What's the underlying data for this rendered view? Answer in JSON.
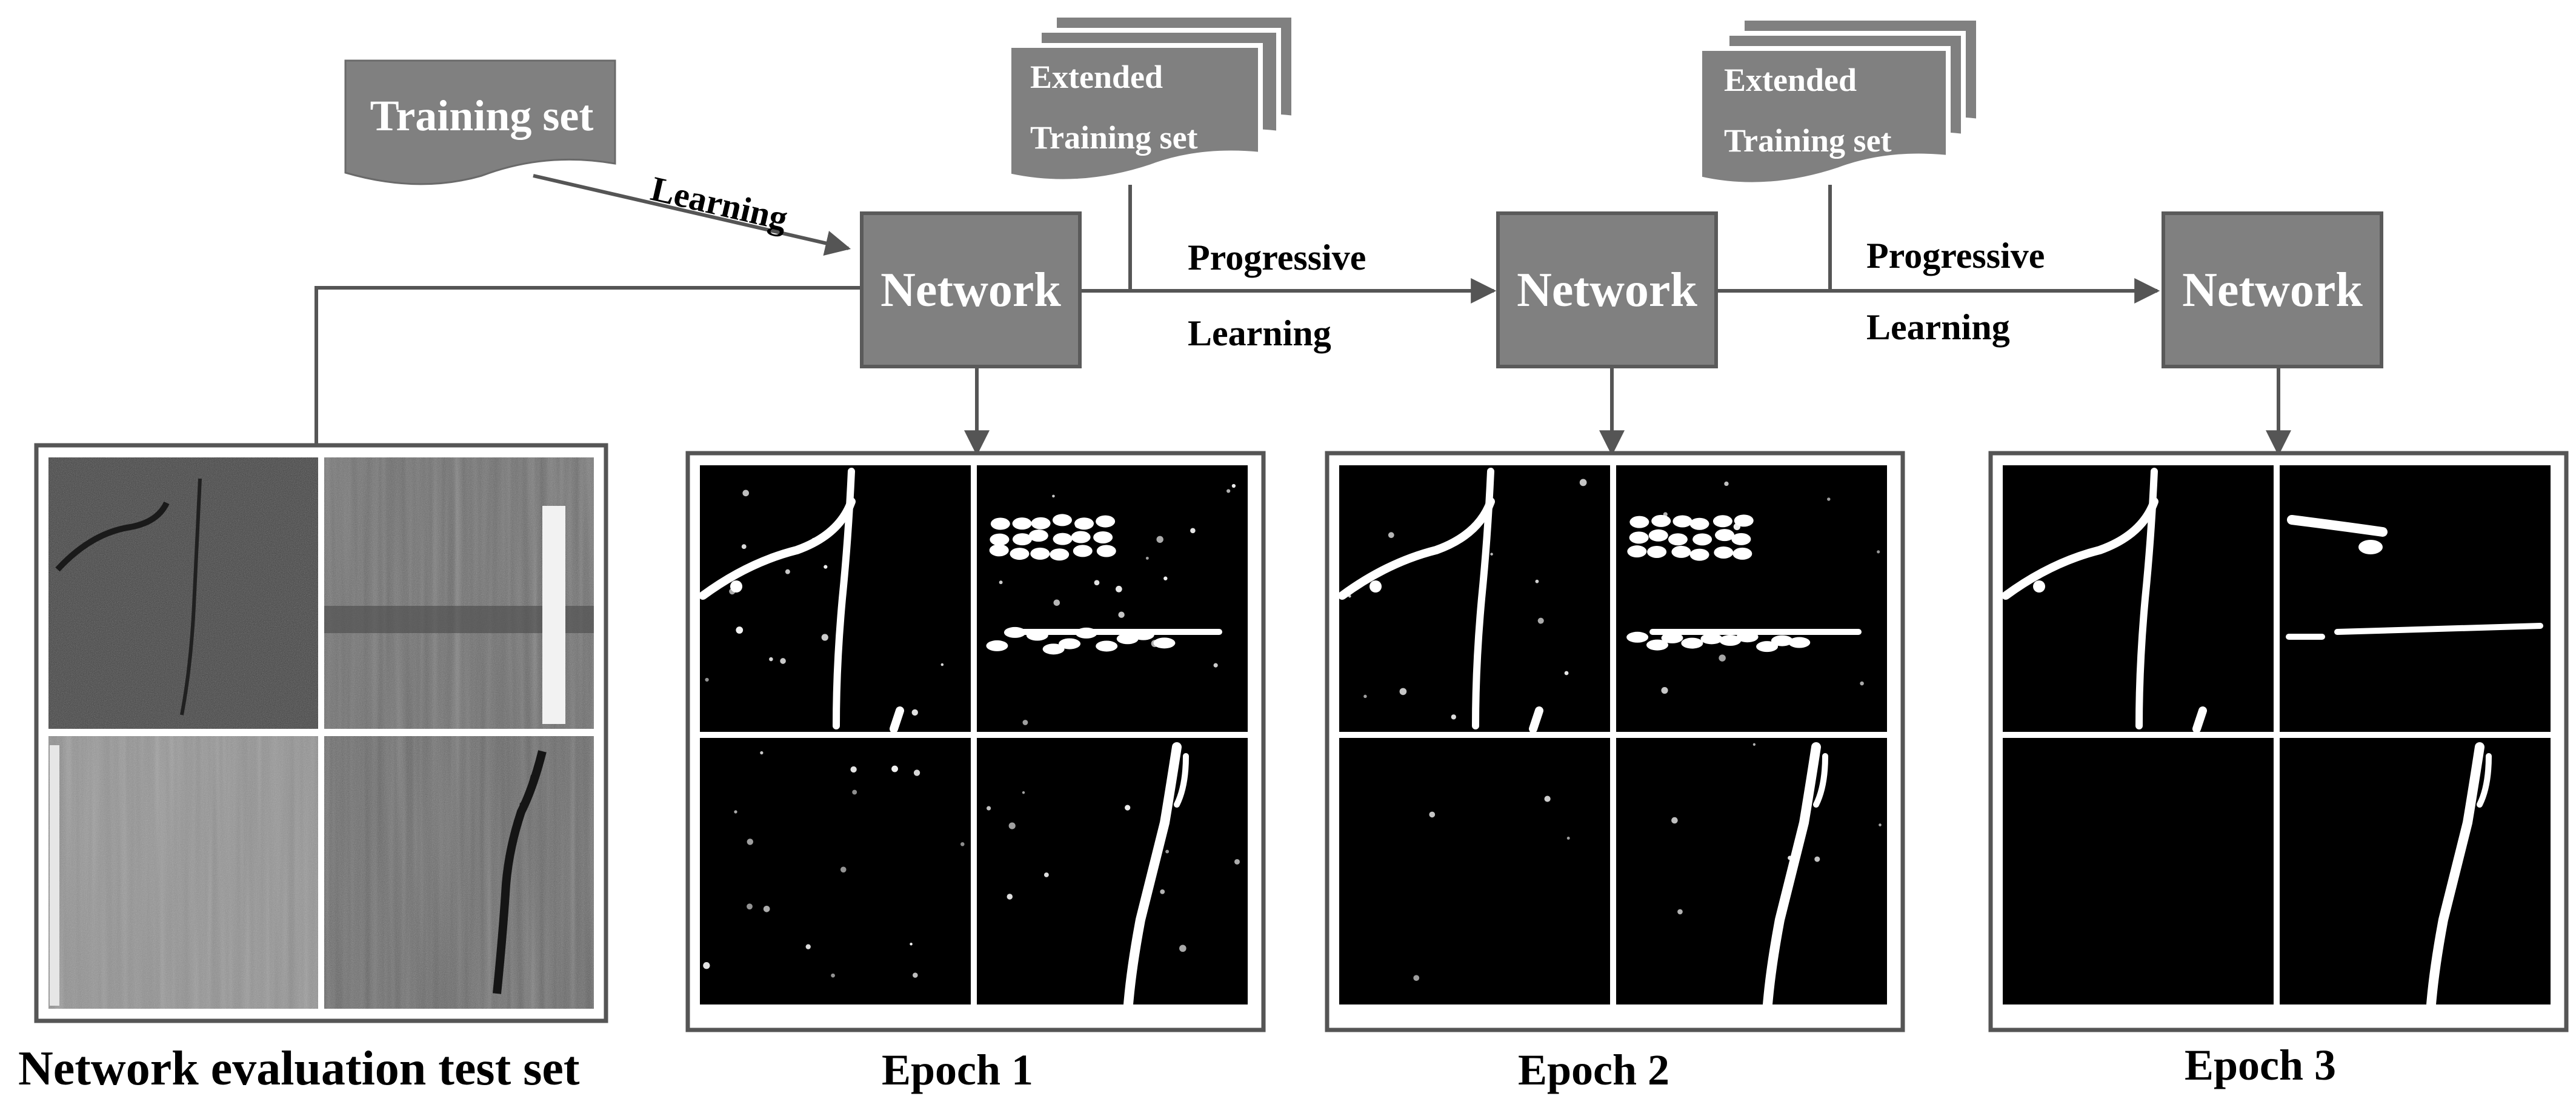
{
  "training_set": {
    "label": "Training set"
  },
  "extended_sets": [
    {
      "line1": "Extended",
      "line2": "Training set"
    },
    {
      "line1": "Extended",
      "line2": "Training set"
    }
  ],
  "networks": [
    {
      "label": "Network"
    },
    {
      "label": "Network"
    },
    {
      "label": "Network"
    }
  ],
  "edges": {
    "learning": "Learning",
    "progressive_1": {
      "line1": "Progressive",
      "line2": "Learning"
    },
    "progressive_2": {
      "line1": "Progressive",
      "line2": "Learning"
    }
  },
  "panels": {
    "test_set": {
      "caption": "Network evaluation test set"
    },
    "epochs": [
      {
        "caption": "Epoch 1"
      },
      {
        "caption": "Epoch 2"
      },
      {
        "caption": "Epoch 3"
      }
    ]
  },
  "colors": {
    "box_fill": "#808080",
    "box_stroke": "#5a5a5a",
    "line": "#555555",
    "text_dark": "#000000",
    "text_light": "#ffffff",
    "mask_bg": "#000000",
    "mask_fg": "#ffffff"
  }
}
